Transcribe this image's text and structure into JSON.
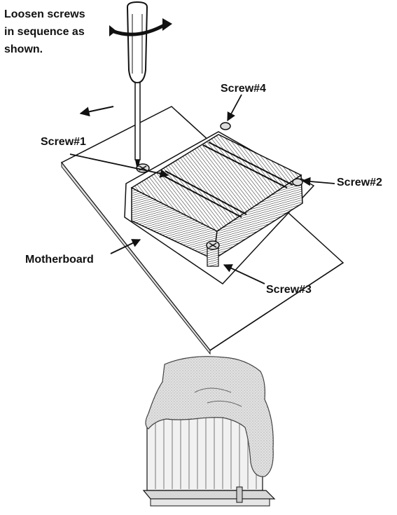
{
  "instruction": [
    "Loosen screws",
    "in sequence as",
    "shown."
  ],
  "callouts": {
    "screw1": "Screw#1",
    "screw2": "Screw#2",
    "screw3": "Screw#3",
    "screw4": "Screw#4",
    "motherboard": "Motherboard"
  },
  "colors": {
    "ink": "#111111",
    "paper": "#ffffff",
    "hand": "#d8d8d8",
    "metal": "#cfcfcf"
  }
}
